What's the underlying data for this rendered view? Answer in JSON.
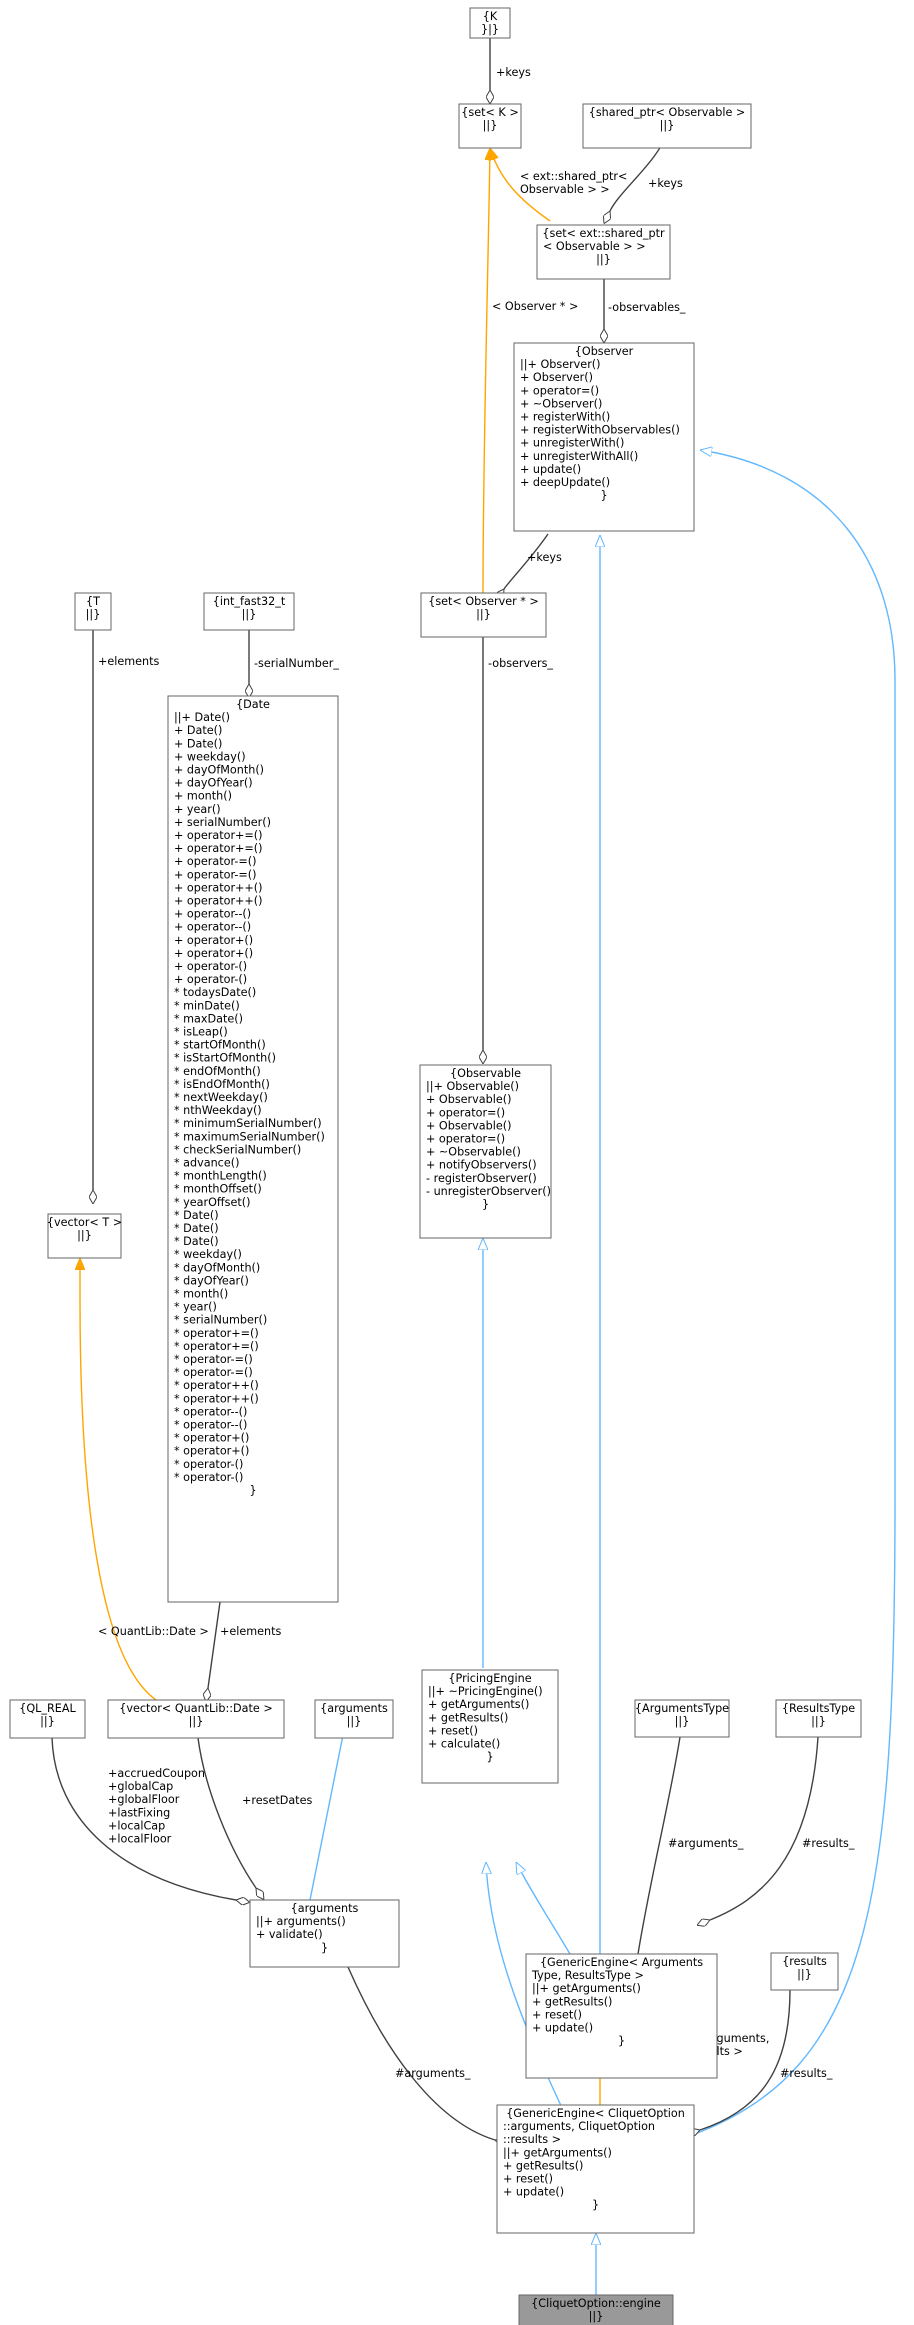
{
  "nodes": {
    "K": {
      "lines": [
        "{K",
        "}|}"
      ]
    },
    "setK": {
      "lines": [
        "{set< K >",
        "||}"
      ]
    },
    "sharedPtrObs": {
      "lines": [
        "{shared_ptr< Observable >",
        "||}"
      ]
    },
    "setExtShared": {
      "lines": [
        "{set< ext::shared_ptr",
        "< Observable > >",
        "||}"
      ]
    },
    "Observer": {
      "lines": [
        "{Observer",
        "||+ Observer()",
        "+ Observer()",
        "+ operator=()",
        "+ ~Observer()",
        "+ registerWith()",
        "+ registerWithObservables()",
        "+ unregisterWith()",
        "+ unregisterWithAll()",
        "+ update()",
        "+ deepUpdate()",
        "}"
      ]
    },
    "setObserverPtr": {
      "lines": [
        "{set< Observer * >",
        "||}"
      ]
    },
    "T": {
      "lines": [
        "{T",
        "||}"
      ]
    },
    "intFast32": {
      "lines": [
        "{int_fast32_t",
        "||}"
      ]
    },
    "Date": {
      "lines": [
        "{Date",
        "||+ Date()",
        "+ Date()",
        "+ Date()",
        "+ weekday()",
        "+ dayOfMonth()",
        "+ dayOfYear()",
        "+ month()",
        "+ year()",
        "+ serialNumber()",
        "+ operator+=()",
        "+ operator+=()",
        "+ operator-=()",
        "+ operator-=()",
        "+ operator++()",
        "+ operator++()",
        "+ operator--()",
        "+ operator--()",
        "+ operator+()",
        "+ operator+()",
        "+ operator-()",
        "+ operator-()",
        "* todaysDate()",
        "* minDate()",
        "* maxDate()",
        "* isLeap()",
        "* startOfMonth()",
        "* isStartOfMonth()",
        "* endOfMonth()",
        "* isEndOfMonth()",
        "* nextWeekday()",
        "* nthWeekday()",
        "* minimumSerialNumber()",
        "* maximumSerialNumber()",
        "* checkSerialNumber()",
        "* advance()",
        "* monthLength()",
        "* monthOffset()",
        "* yearOffset()",
        "* Date()",
        "* Date()",
        "* Date()",
        "* weekday()",
        "* dayOfMonth()",
        "* dayOfYear()",
        "* month()",
        "* year()",
        "* serialNumber()",
        "* operator+=()",
        "* operator+=()",
        "* operator-=()",
        "* operator-=()",
        "* operator++()",
        "* operator++()",
        "* operator--()",
        "* operator--()",
        "* operator+()",
        "* operator+()",
        "* operator-()",
        "* operator-()",
        "}"
      ]
    },
    "vectorT": {
      "lines": [
        "{vector< T >",
        "||}"
      ]
    },
    "Observable": {
      "lines": [
        "{Observable",
        "||+ Observable()",
        "+ Observable()",
        "+ operator=()",
        "+ Observable()",
        "+ operator=()",
        "+ ~Observable()",
        "+ notifyObservers()",
        "- registerObserver()",
        "- unregisterObserver()",
        "}"
      ]
    },
    "PricingEngine": {
      "lines": [
        "{PricingEngine",
        "||+ ~PricingEngine()",
        "+ getArguments()",
        "+ getResults()",
        "+ reset()",
        "+ calculate()",
        "}"
      ]
    },
    "ArgumentsType": {
      "lines": [
        "{ArgumentsType",
        "||}"
      ]
    },
    "ResultsType": {
      "lines": [
        "{ResultsType",
        "||}"
      ]
    },
    "QLREAL": {
      "lines": [
        "{QL_REAL",
        "||}"
      ]
    },
    "vectorDate": {
      "lines": [
        "{vector< QuantLib::Date >",
        "||}"
      ]
    },
    "argumentsBase": {
      "lines": [
        "{arguments",
        "||}"
      ]
    },
    "arguments": {
      "lines": [
        "{arguments",
        "||+ arguments()",
        "+ validate()",
        "}"
      ]
    },
    "GenericEngine": {
      "lines": [
        "{GenericEngine< Arguments",
        "Type, ResultsType >",
        "||+ getArguments()",
        "+ getResults()",
        "+ reset()",
        "+ update()",
        "}"
      ]
    },
    "results": {
      "lines": [
        "{results",
        "||}"
      ]
    },
    "GenericEngineCliquet": {
      "lines": [
        "{GenericEngine< CliquetOption",
        "::arguments, CliquetOption",
        "::results >",
        "||+ getArguments()",
        "+ getResults()",
        "+ reset()",
        "+ update()",
        "}"
      ]
    },
    "engine": {
      "lines": [
        "{CliquetOption::engine",
        "||}"
      ]
    }
  },
  "edges": {
    "K_keys": {
      "label": [
        "+keys"
      ]
    },
    "sharedPtr_keys": {
      "label": [
        "+keys"
      ]
    },
    "setK_extShared": {
      "label": [
        "< ext::shared_ptr<",
        "Observable > >"
      ]
    },
    "setK_observerPtr": {
      "label": [
        "< Observer * >"
      ]
    },
    "setExt_observables": {
      "label": [
        "-observables_"
      ]
    },
    "Observer_keys": {
      "label": [
        "+keys"
      ]
    },
    "T_elements": {
      "label": [
        "+elements"
      ]
    },
    "int_serial": {
      "label": [
        "-serialNumber_"
      ]
    },
    "setObs_observers": {
      "label": [
        "-observers_"
      ]
    },
    "vectorT_quantlibDate": {
      "label": [
        "< QuantLib::Date >"
      ]
    },
    "Date_elements": {
      "label": [
        "+elements"
      ]
    },
    "QLREAL_members": {
      "label": [
        "+accruedCoupon",
        "+globalCap",
        "+globalFloor",
        "+lastFixing",
        "+localCap",
        "+localFloor"
      ]
    },
    "vectorDate_reset": {
      "label": [
        "+resetDates"
      ]
    },
    "argType_args": {
      "label": [
        "#arguments_"
      ]
    },
    "resType_results": {
      "label": [
        "#results_"
      ]
    },
    "arguments_args": {
      "label": [
        "#arguments_"
      ]
    },
    "generic_cliquet": {
      "label": [
        "< CliquetOption::arguments,",
        "CliquetOption::results >"
      ]
    },
    "results_results": {
      "label": [
        "#results_"
      ]
    }
  },
  "colors": {
    "inheritance": "#63b8ff",
    "template": "#ffa500",
    "usage": "#404040",
    "box_stroke": "#666666",
    "highlight_fill": "#999999"
  }
}
